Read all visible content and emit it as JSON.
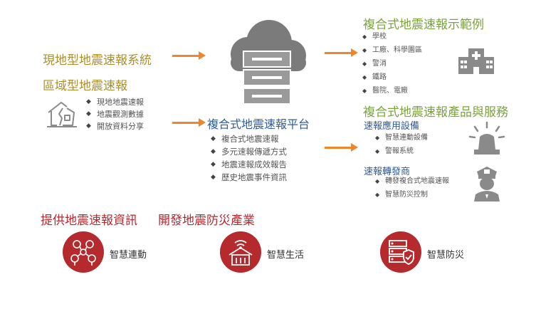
{
  "left": {
    "title1": "現地型地震速報系統",
    "title2": "區域型地震速報",
    "bullets": [
      "現地地震速報",
      "地震觀測數據",
      "開放資料分享"
    ]
  },
  "center": {
    "title": "複合式地震速報平台",
    "bullets": [
      "複合式地震速報",
      "多元速報傳遞方式",
      "地震速報成效報告",
      "歷史地震事件資訊"
    ]
  },
  "right_top": {
    "title": "複合式地震速報示範例",
    "bullets": [
      "學校",
      "工廠、科學園區",
      "警消",
      "鐵路",
      "醫院、電廠"
    ]
  },
  "right_mid": {
    "title": "複合式地震速報產品與服務",
    "sub1": "速報應用設備",
    "sub1_bullets": [
      "智慧連動設備",
      "警報系統"
    ],
    "sub2": "速報轉發商",
    "sub2_bullets": [
      "轉發複合式地震速報",
      "智慧防災控制"
    ]
  },
  "bottom": {
    "title1": "提供地震速報資訊",
    "title2": "開發地震防災產業",
    "items": [
      "智慧連動",
      "智慧生活",
      "智慧防災"
    ]
  },
  "icons": {
    "cloud": "cloud-server-icon",
    "house": "damaged-house-icon",
    "hospital": "hospital-icon",
    "siren": "siren-icon",
    "police": "police-officer-icon",
    "network": "network-people-icon",
    "smart_home": "smart-home-icon",
    "server_shield": "server-shield-icon"
  },
  "colors": {
    "olive": "#a98f2e",
    "green": "#7aa33b",
    "blue": "#2f5b99",
    "red": "#b52a2c",
    "arrow": "#f0862b"
  }
}
